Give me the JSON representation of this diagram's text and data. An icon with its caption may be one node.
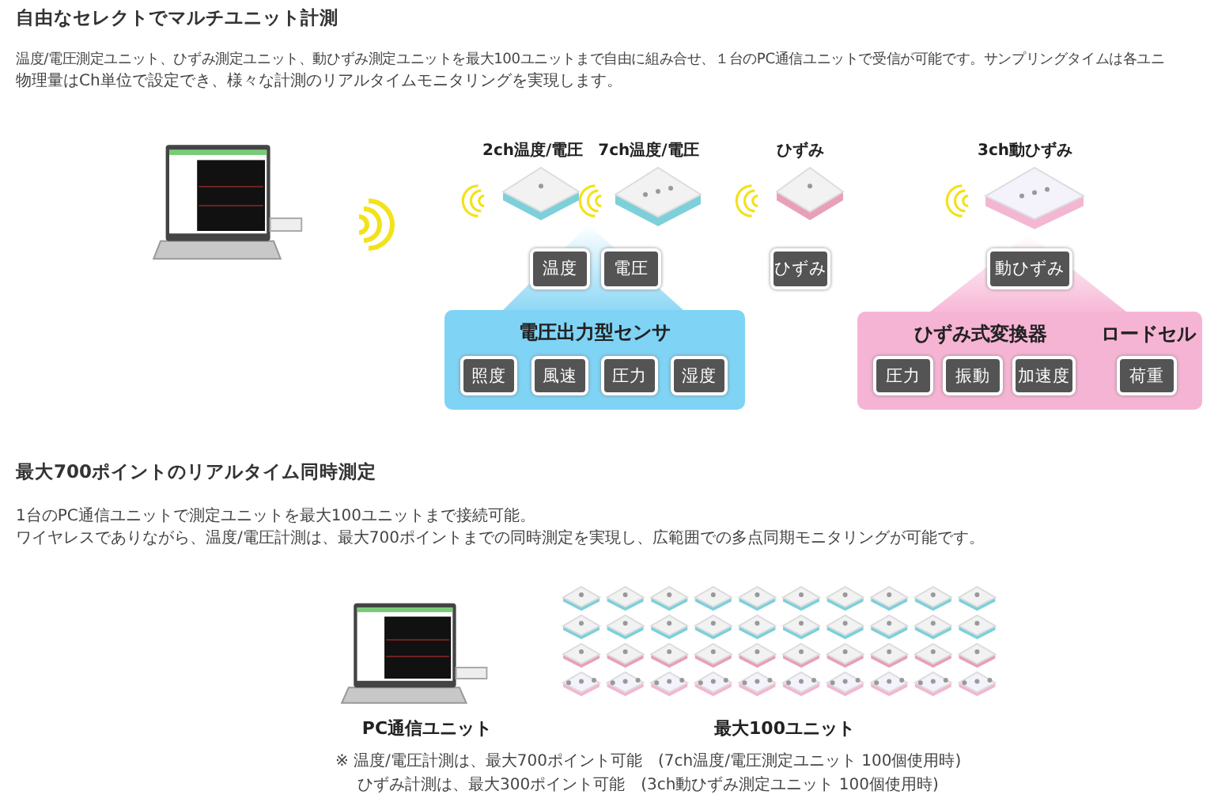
{
  "diagram": {
    "title": "自由なセレクトでマルチユニット計測",
    "nodes": [
      {
        "text": [],
        "shape": "picture"
      },
      {
        "text": [
          "2ch温度/電圧"
        ]
      },
      {
        "text": [
          "7ch温度/電圧"
        ]
      },
      {
        "text": [
          "ひずみ"
        ]
      },
      {
        "text": [
          "3ch動ひずみ"
        ]
      },
      {
        "text": [
          "温度"
        ]
      },
      {
        "text": [
          "電圧"
        ]
      },
      {
        "text": [
          "ひずみ"
        ]
      },
      {
        "text": [
          "動ひずみ"
        ]
      },
      {
        "text": [
          "電圧出力型センサ"
        ]
      },
      {
        "text": [
          "照度"
        ],
        "in": 9
      },
      {
        "text": [
          "風速"
        ],
        "in": 9
      },
      {
        "text": [
          "圧力"
        ],
        "in": 9
      },
      {
        "text": [
          "湿度"
        ],
        "in": 9
      },
      {
        "text": [
          "ひずみ式変換器",
          "ロードセル"
        ]
      },
      {
        "text": [
          "圧力"
        ],
        "in": 14
      },
      {
        "text": [
          "振動"
        ],
        "in": 14
      },
      {
        "text": [
          "加速度"
        ],
        "in": 14
      },
      {
        "text": [
          "荷重"
        ],
        "in": 14
      },
      {
        "text": [
          "PC通信ユニット"
        ]
      },
      {
        "text": [
          "最大100ユニット"
        ]
      }
    ],
    "labels": [
      "温度/電圧測定ユニット、ひずみ測定ユニット、動ひずみ測定ユニットを最大100ユニットまで自由に組み合せ、１台のPC通信ユニットで受信が可能です。サンプリングタイムは各ユニ",
      "物理量はCh単位で設定でき、様々な計測のリアルタイムモニタリングを実現します。",
      "最大700ポイントのリアルタイム同時測定",
      "1台のPC通信ユニットで測定ユニットを最大100ユニットまで接続可能。",
      "ワイヤレスでありながら、温度/電圧計測は、最大700ポイントまでの同時測定を実現し、広範囲での多点同期モニタリングが可能です。",
      "※ 温度/電圧計測は、最大700ポイント可能　(7ch温度/電圧測定ユニット 100個使用時)",
      "ひずみ計測は、最大300ポイント可能　(3ch動ひずみ測定ユニット 100個使用時)"
    ]
  }
}
